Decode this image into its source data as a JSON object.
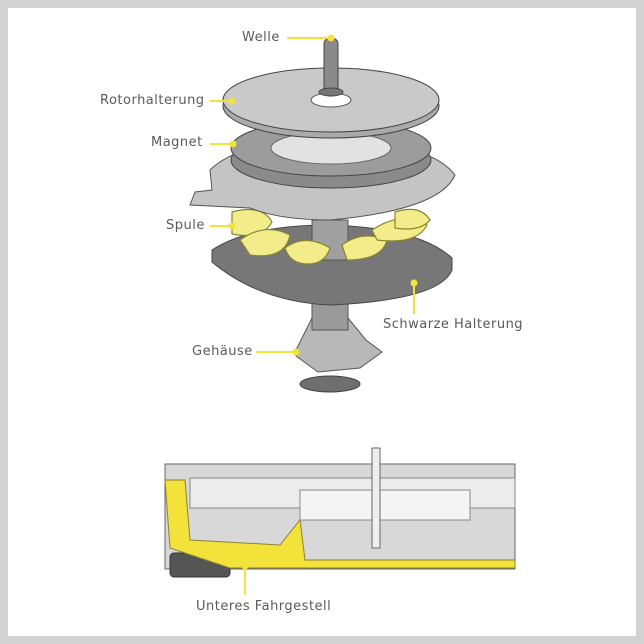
{
  "labels": {
    "welle": "Welle",
    "rotorhalterung": "Rotorhalterung",
    "magnet": "Magnet",
    "spule": "Spule",
    "schwarze_halterung": "Schwarze Halterung",
    "gehaeuse": "Gehäuse",
    "unteres_fahrgestell": "Unteres Fahrgestell"
  },
  "colors": {
    "accent": "#f2e23a",
    "frame": "#d3d3d3",
    "part": "#bdbdbd",
    "dark_part": "#8a8a8a"
  }
}
